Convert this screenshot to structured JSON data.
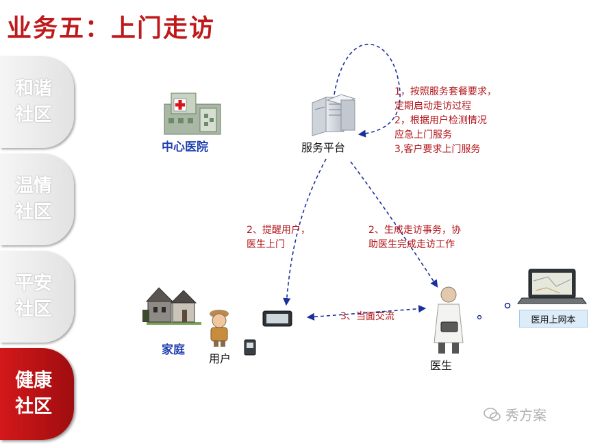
{
  "title": "业务五：上门走访",
  "sidebar": {
    "tabs": [
      {
        "line1": "和谐",
        "line2": "社区",
        "active": false
      },
      {
        "line1": "温情",
        "line2": "社区",
        "active": false
      },
      {
        "line1": "平安",
        "line2": "社区",
        "active": false
      },
      {
        "line1": "健康",
        "line2": "社区",
        "active": true
      }
    ]
  },
  "nodes": {
    "hospital": "中心医院",
    "platform": "服务平台",
    "home": "家庭",
    "user": "用户",
    "doctor": "医生",
    "web": "医用上网本"
  },
  "notes": {
    "platform_loop": [
      "1，按照服务套餐要求，",
      "定期启动走访过程",
      "2，根据用户检测情况",
      "应急上门服务",
      "3,客户要求上门服务"
    ],
    "remind_user": [
      "2、提醒用户，",
      "医生上门"
    ],
    "create_visit": [
      "2、生成走访事务，协",
      "助医生完成走访工作"
    ],
    "face_to_face": "3、当面交流"
  },
  "watermark": "秀方案",
  "colors": {
    "accent": "#c0191b",
    "arrow": "#1a2f9a",
    "note": "#b3141a",
    "node_label": "#1f3fb0"
  }
}
